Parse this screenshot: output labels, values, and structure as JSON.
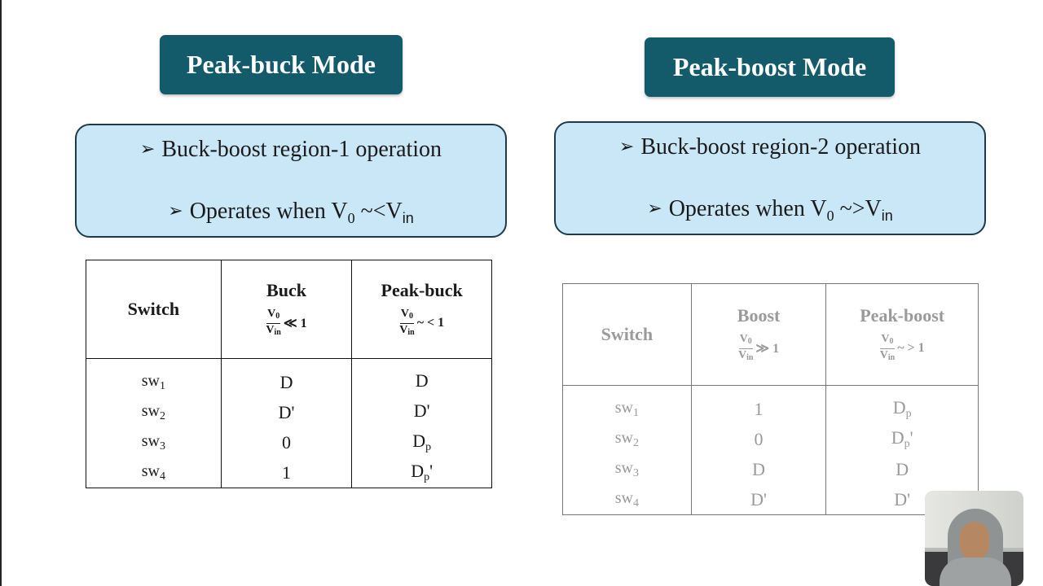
{
  "left": {
    "title": "Peak-buck Mode",
    "bullet1": "Buck-boost region-1 operation",
    "bullet2_prefix": "Operates when V",
    "bullet2_sub": "0",
    "bullet2_rel": " ~<V",
    "bullet2_sub2": "in",
    "table": {
      "col1": "Switch",
      "col2": "Buck",
      "col2_num": "V",
      "col2_num_sub": "0",
      "col2_den": "V",
      "col2_den_sub": "in",
      "col2_rel": "≪ 1",
      "col3": "Peak-buck",
      "col3_num": "V",
      "col3_num_sub": "0",
      "col3_den": "V",
      "col3_den_sub": "in",
      "col3_rel": "~ < 1",
      "rows": [
        {
          "sw": "sw",
          "sub": "1",
          "a": "D",
          "b": "D",
          "b_sub": ""
        },
        {
          "sw": "sw",
          "sub": "2",
          "a": "D'",
          "b": "D'",
          "b_sub": ""
        },
        {
          "sw": "sw",
          "sub": "3",
          "a": "0",
          "b": "D",
          "b_sub": "p",
          "b_suffix": ""
        },
        {
          "sw": "sw",
          "sub": "4",
          "a": "1",
          "b": "D",
          "b_sub": "p",
          "b_suffix": "'"
        }
      ]
    }
  },
  "right": {
    "title": "Peak-boost Mode",
    "bullet1": "Buck-boost region-2 operation",
    "bullet2_prefix": "Operates when V",
    "bullet2_sub": "0",
    "bullet2_rel": " ~>V",
    "bullet2_sub2": "in",
    "table": {
      "col1": "Switch",
      "col2": "Boost",
      "col2_num": "V",
      "col2_num_sub": "0",
      "col2_den": "V",
      "col2_den_sub": "in",
      "col2_rel": "≫ 1",
      "col3": "Peak-boost",
      "col3_num": "V",
      "col3_num_sub": "0",
      "col3_den": "V",
      "col3_den_sub": "in",
      "col3_rel": "~ > 1",
      "rows": [
        {
          "sw": "sw",
          "sub": "1",
          "a": "1",
          "b": "D",
          "b_sub": "p",
          "b_suffix": ""
        },
        {
          "sw": "sw",
          "sub": "2",
          "a": "0",
          "b": "D",
          "b_sub": "p",
          "b_suffix": "'"
        },
        {
          "sw": "sw",
          "sub": "3",
          "a": "D",
          "b": "D",
          "b_sub": "",
          "b_suffix": ""
        },
        {
          "sw": "sw",
          "sub": "4",
          "a": "D'",
          "b": "D'",
          "b_sub": "",
          "b_suffix": ""
        }
      ]
    }
  },
  "icons": {
    "bullet": "arrowhead-bullet-icon"
  },
  "colors": {
    "title_bg": "#135a6b",
    "box_bg": "#c9e7f6",
    "box_border": "#1f3a4a"
  }
}
